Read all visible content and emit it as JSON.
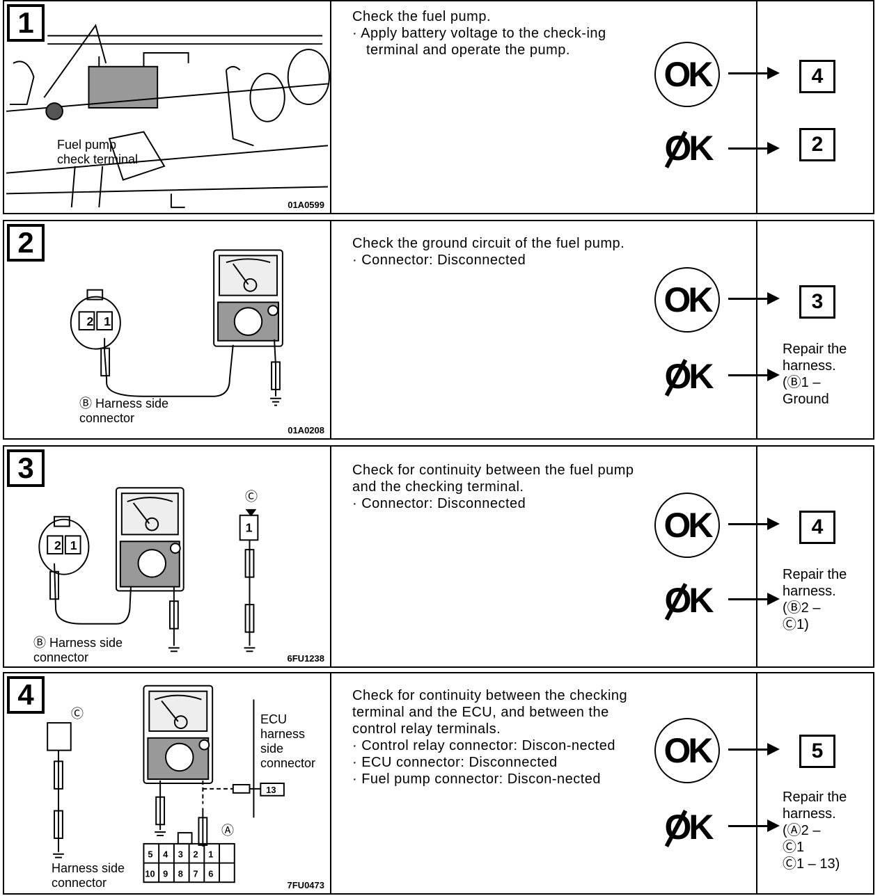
{
  "steps": [
    {
      "number": "1",
      "figure_code": "01A0599",
      "figure_labels": [
        "Fuel pump\ncheck terminal"
      ],
      "title": "Check the fuel pump.",
      "items": [
        "Apply battery voltage to the check-ing terminal and operate the pump."
      ],
      "ok_mark": "OK",
      "ng_mark": "OK",
      "ok_target": "4",
      "ng_target": "2",
      "ng_repair": ""
    },
    {
      "number": "2",
      "figure_code": "01A0208",
      "figure_labels": [
        "Ⓑ Harness side\n    connector"
      ],
      "title": "Check the ground circuit of the fuel pump.",
      "items": [
        "Connector: Disconnected"
      ],
      "ok_mark": "OK",
      "ng_mark": "OK",
      "ok_target": "3",
      "ng_target": "",
      "ng_repair": "Repair the\nharness.\n(Ⓑ1 –\nGround"
    },
    {
      "number": "3",
      "figure_code": "6FU1238",
      "figure_labels": [
        "Ⓑ Harness side\n    connector",
        "Ⓒ"
      ],
      "title": "Check for continuity between the fuel pump and the checking terminal.",
      "items": [
        "Connector: Disconnected"
      ],
      "ok_mark": "OK",
      "ng_mark": "OK",
      "ok_target": "4",
      "ng_target": "",
      "ng_repair": "Repair the\nharness.\n(Ⓑ2 –\nⒸ1)"
    },
    {
      "number": "4",
      "figure_code": "7FU0473",
      "figure_labels": [
        "Harness side\nconnector",
        "ECU\nharness\nside\nconnector",
        "Ⓒ",
        "Ⓐ"
      ],
      "title": "Check for continuity between the checking terminal and the ECU, and between the control relay terminals.",
      "items": [
        "Control relay connector: Discon-nected",
        "ECU connector: Disconnected",
        "Fuel pump connector: Discon-nected"
      ],
      "ok_mark": "OK",
      "ng_mark": "OK",
      "ok_target": "5",
      "ng_target": "",
      "ng_repair": "Repair the\nharness.\n(Ⓐ2 –\nⒸ1\nⒸ1 – 13)"
    }
  ]
}
